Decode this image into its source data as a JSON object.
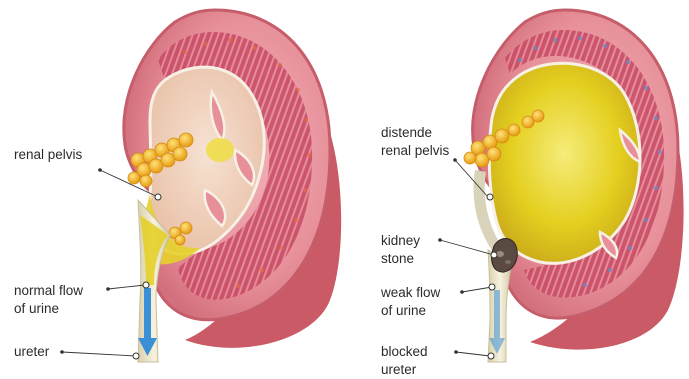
{
  "left": {
    "labels": {
      "renal_pelvis": "renal pelvis",
      "normal_flow_1": "normal flow",
      "normal_flow_2": "of urine",
      "ureter": "ureter"
    }
  },
  "right": {
    "labels": {
      "distended_1": "distende",
      "distended_2": "renal pelvis",
      "kidney_stone_1": "kidney",
      "kidney_stone_2": "stone",
      "weak_flow_1": "weak flow",
      "weak_flow_2": "of urine",
      "blocked_1": "blocked",
      "blocked_2": "ureter"
    }
  },
  "colors": {
    "cortex": "#e7909a",
    "cortex_dark": "#c9606c",
    "capsule": "#d86f7b",
    "medulla": "#b83a55",
    "pelvis_normal": "#f1d3bf",
    "urine": "#e7d21c",
    "urine_light": "#f3ea70",
    "fat": "#f0b01e",
    "flow_arrow": "#3b8fd6",
    "ureter": "#ece6c8",
    "shadow_lobe": "#c95a66"
  }
}
